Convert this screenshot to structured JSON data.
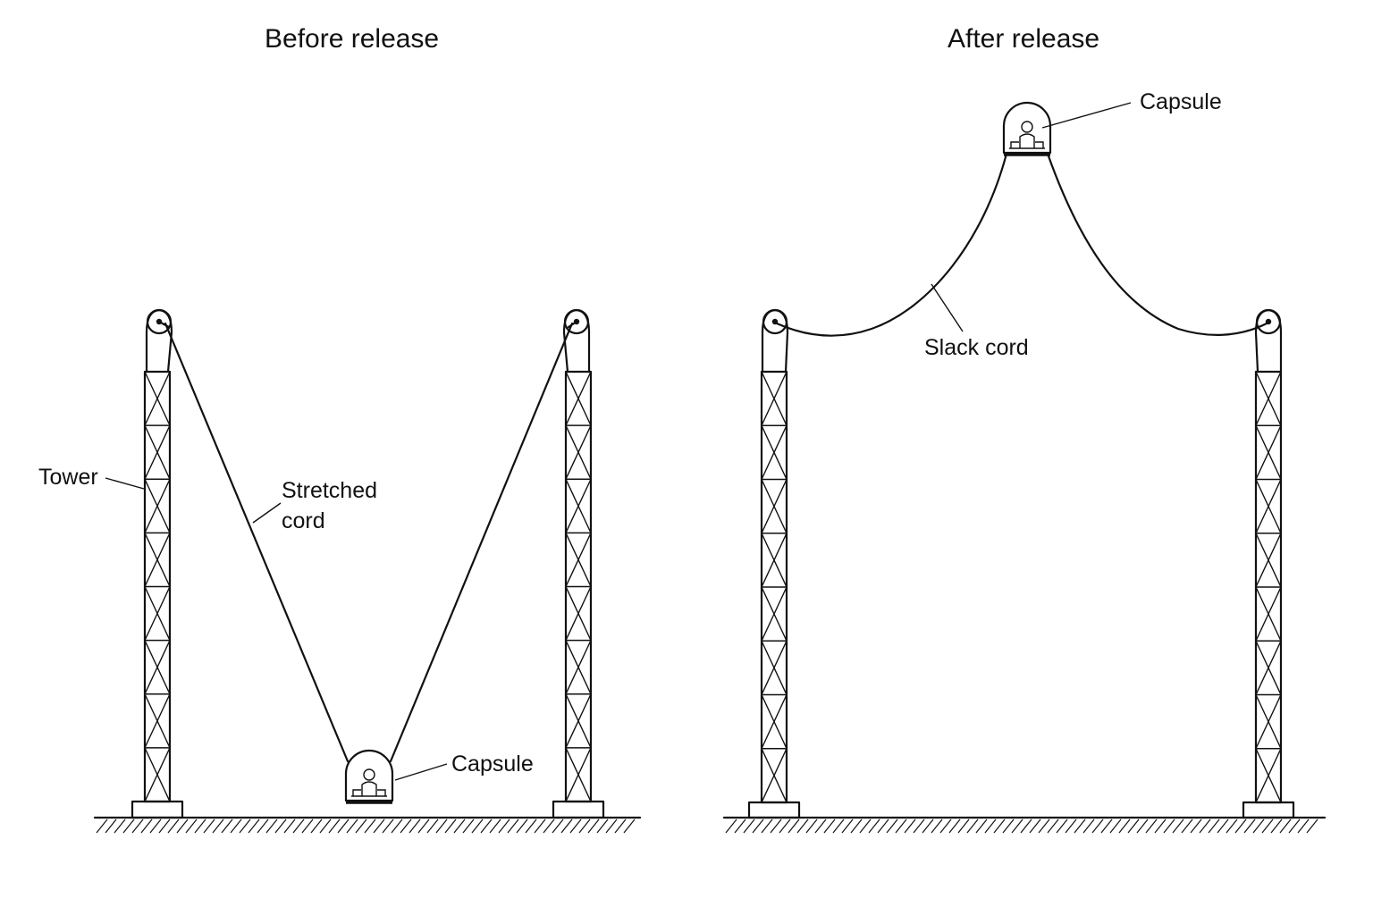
{
  "panels": {
    "before": {
      "title": "Before release",
      "tower_label": "Tower",
      "cord_label_line1": "Stretched",
      "cord_label_line2": "cord",
      "capsule_label": "Capsule"
    },
    "after": {
      "title": "After release",
      "capsule_label": "Capsule",
      "cord_label": "Slack cord"
    }
  },
  "colors": {
    "ink": "#111111",
    "background": "#ffffff"
  },
  "icons": {
    "tower": "lattice-tower-icon",
    "pulley": "pulley-wheel-icon",
    "capsule": "capsule-with-rider-icon",
    "ground": "hatched-ground-icon"
  }
}
